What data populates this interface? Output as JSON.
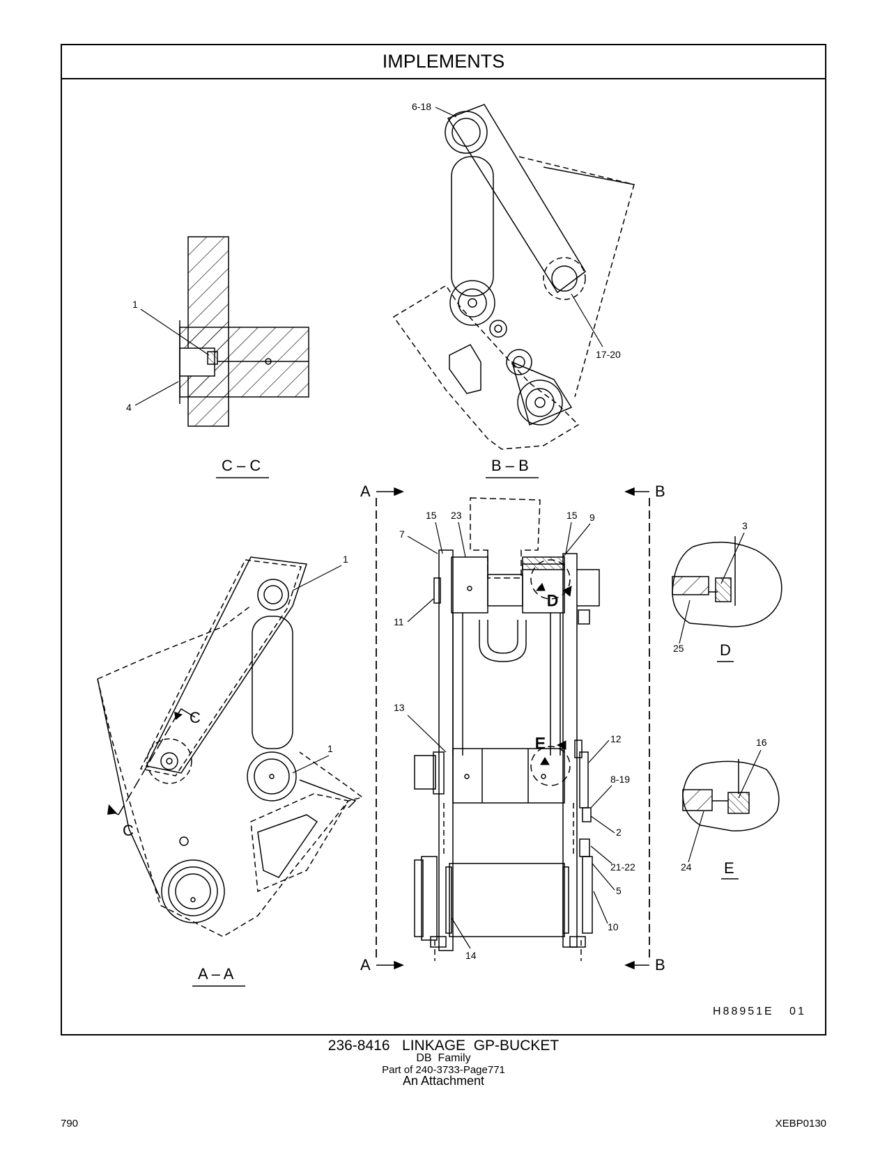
{
  "header": {
    "title": "IMPLEMENTS"
  },
  "views": {
    "cc": "C – C",
    "bb": "B – B",
    "aa": "A – A",
    "d": "D",
    "e": "E"
  },
  "section_markers": {
    "a": "A",
    "b": "B",
    "c": "C",
    "d": "D",
    "e": "E"
  },
  "callouts": [
    "1",
    "4",
    "6-18",
    "17-20",
    "15",
    "23",
    "9",
    "7",
    "11",
    "13",
    "12",
    "8-19",
    "2",
    "21-22",
    "5",
    "10",
    "14",
    "3",
    "25",
    "16",
    "24"
  ],
  "illustration_ref": "H88951E   01",
  "caption": {
    "part": "236-8416   LINKAGE  GP-BUCKET",
    "family": "DB  Family",
    "part_of": "Part of 240-3733-Page771",
    "type": "An Attachment"
  },
  "footer": {
    "page_number": "790",
    "doc_id": "XEBP0130"
  }
}
